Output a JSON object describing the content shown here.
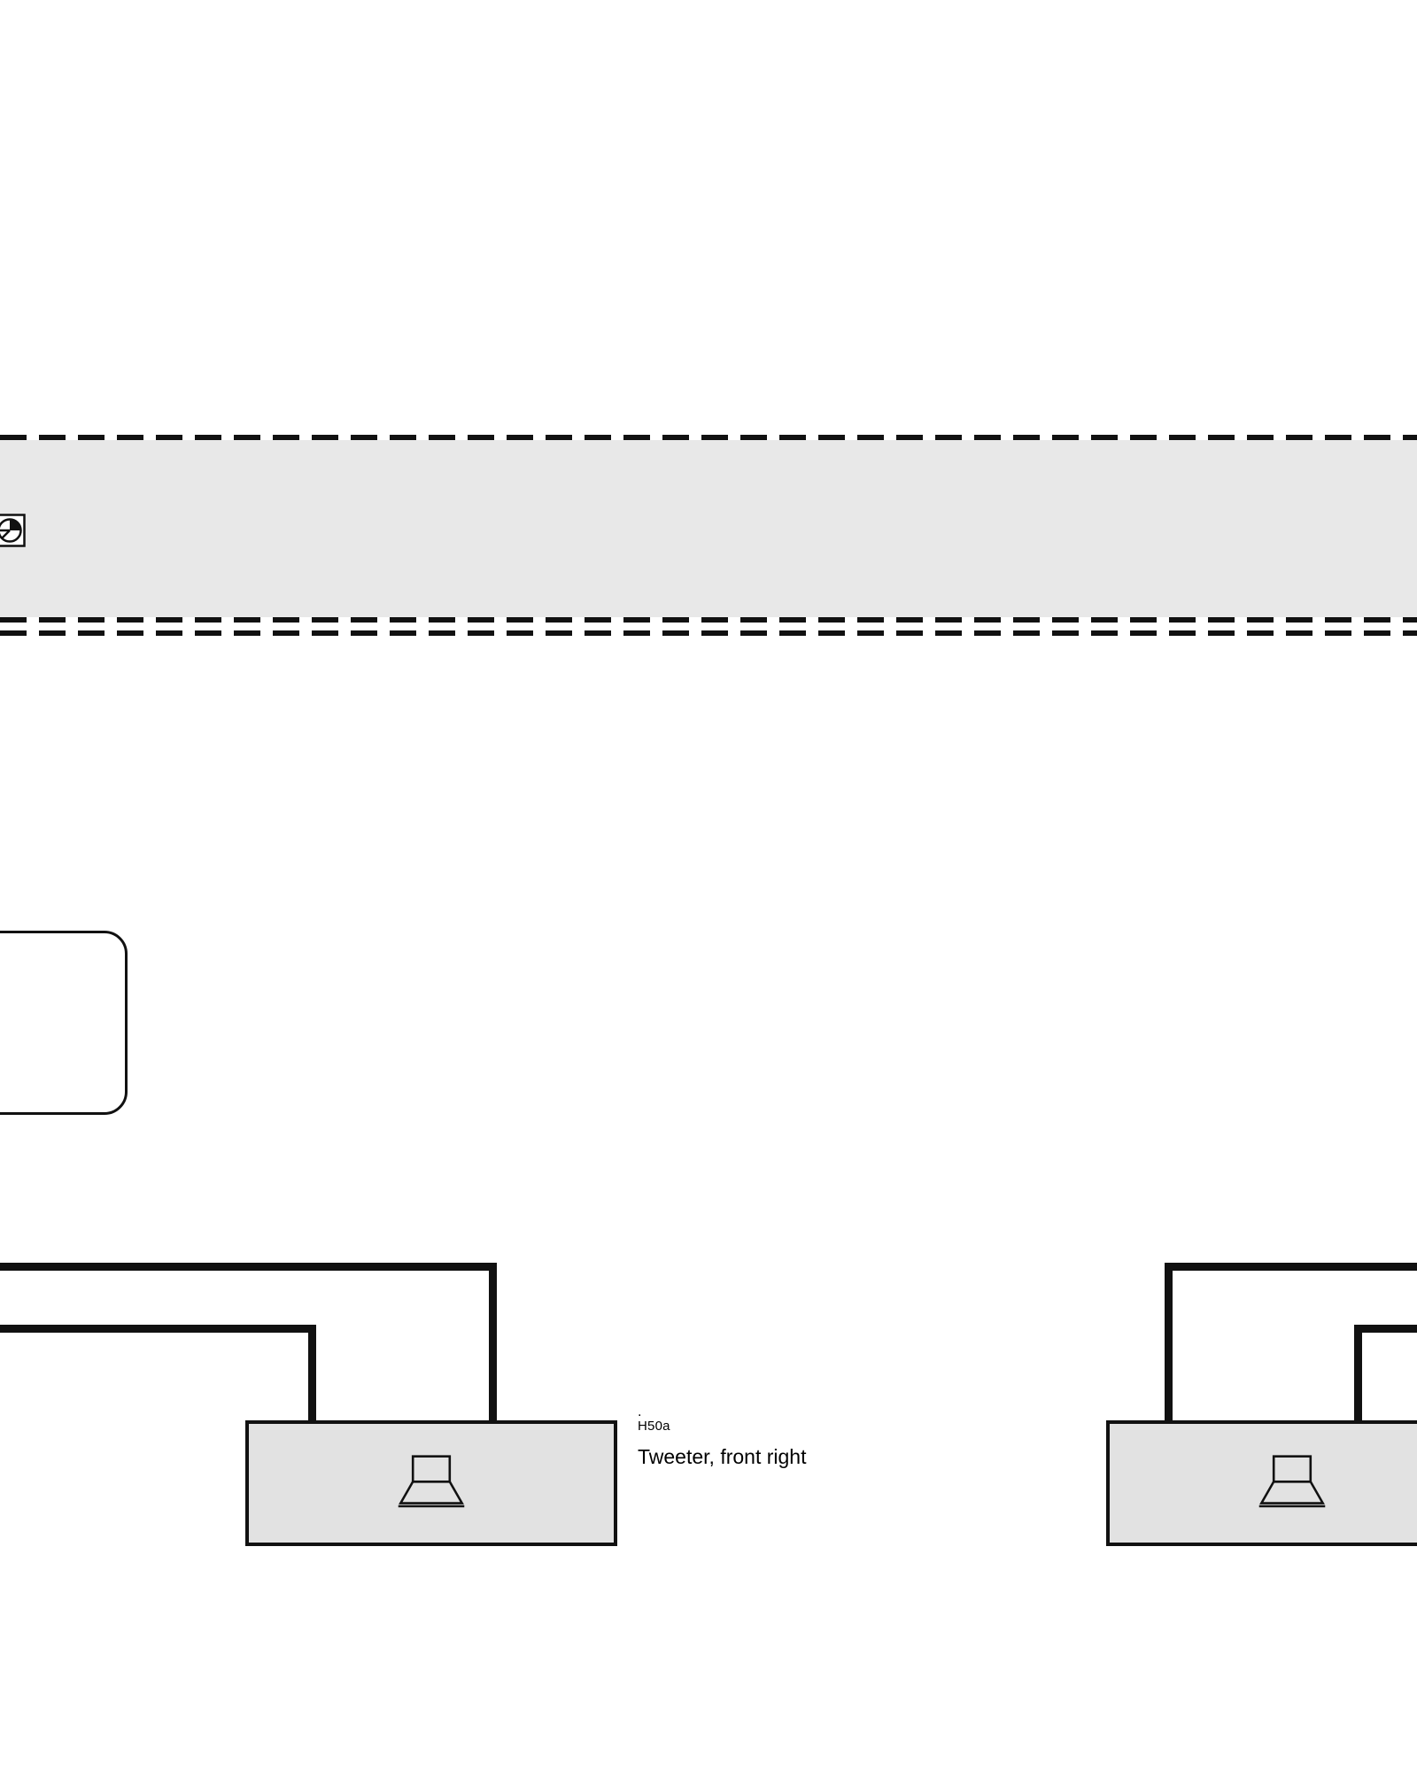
{
  "diagram": {
    "type": "wiring-diagram",
    "speakers": [
      {
        "id": "front-right",
        "dot": ".",
        "designation": "H50a",
        "label": "Tweeter, front right"
      },
      {
        "id": "right-partial"
      }
    ],
    "colors": {
      "band_fill": "#e8e8e8",
      "box_fill": "#e2e2e2",
      "line": "#111111"
    },
    "icons": {
      "band_symbol": "fan-icon",
      "speaker_symbol": "tweeter-speaker-icon"
    }
  }
}
